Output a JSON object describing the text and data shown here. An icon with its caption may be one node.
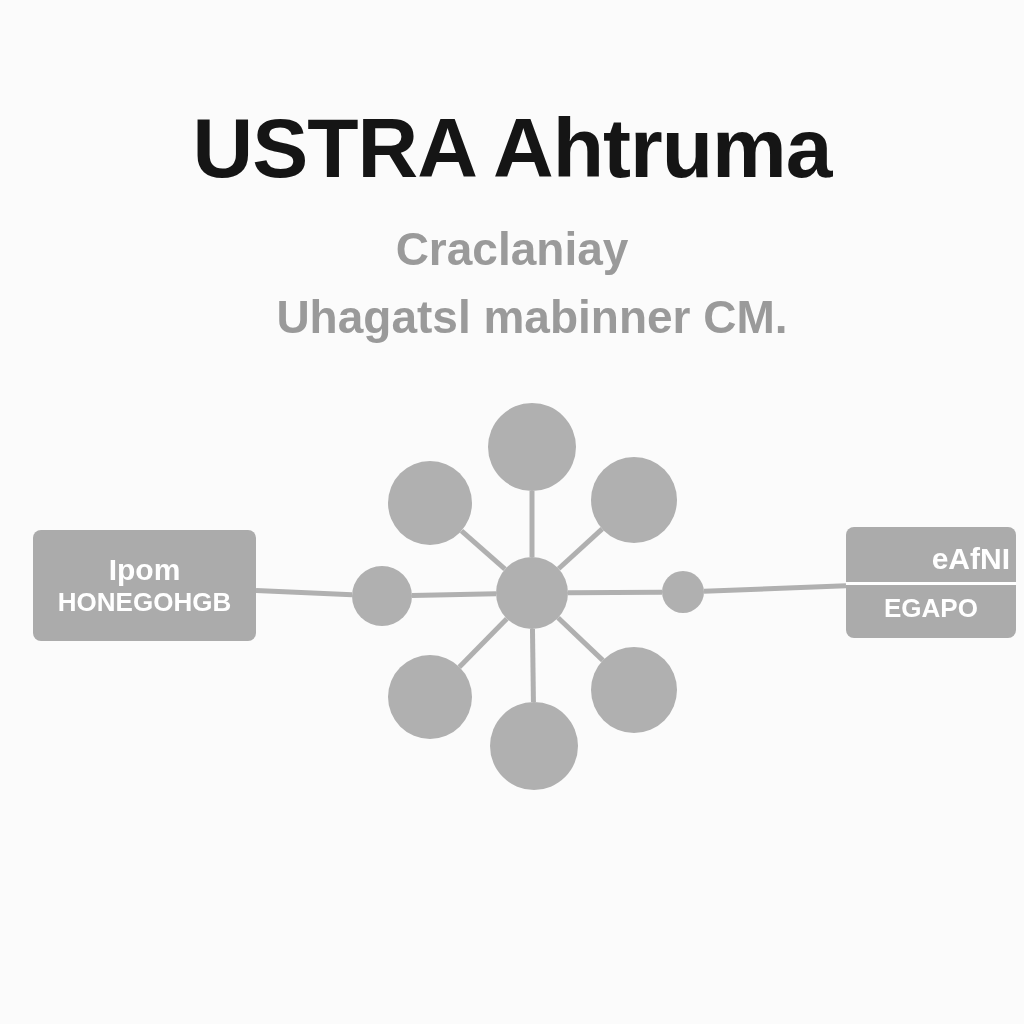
{
  "diagram": {
    "title": "USTRA Ahtruma",
    "nodes": [
      {
        "text": [
          "Ipom",
          "HONEGOHGB"
        ]
      },
      {
        "text": [],
        "shape": "circle"
      },
      {
        "text": [],
        "shape": "circle"
      },
      {
        "text": [],
        "shape": "circle"
      },
      {
        "text": [],
        "shape": "circle"
      },
      {
        "text": [],
        "shape": "circle"
      },
      {
        "text": [],
        "shape": "circle"
      },
      {
        "text": [],
        "shape": "circle"
      },
      {
        "text": [],
        "shape": "circle"
      },
      {
        "text": [],
        "shape": "circle"
      },
      {
        "text": [
          "eAfNI",
          "EGAPO"
        ]
      }
    ],
    "edges": [
      {
        "from": 0,
        "to": 1,
        "arrow": "none"
      },
      {
        "from": 1,
        "to": 5,
        "arrow": "none"
      },
      {
        "from": 5,
        "to": 2,
        "arrow": "none"
      },
      {
        "from": 5,
        "to": 3,
        "arrow": "none"
      },
      {
        "from": 5,
        "to": 4,
        "arrow": "none"
      },
      {
        "from": 5,
        "to": 6,
        "arrow": "none"
      },
      {
        "from": 5,
        "to": 7,
        "arrow": "none"
      },
      {
        "from": 5,
        "to": 8,
        "arrow": "none"
      },
      {
        "from": 5,
        "to": 9,
        "arrow": "none"
      },
      {
        "from": 9,
        "to": 10,
        "arrow": "none"
      }
    ],
    "labels": [
      "Craclaniay",
      "Uhagatsl mabinner CM."
    ]
  }
}
